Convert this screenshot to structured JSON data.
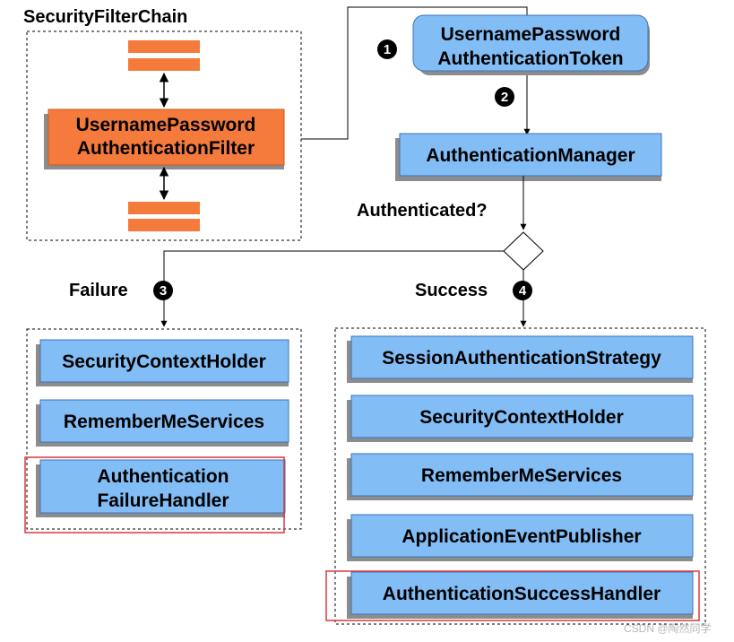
{
  "filter_chain": {
    "title": "SecurityFilterChain",
    "filter_line1": "UsernamePassword",
    "filter_line2": "AuthenticationFilter"
  },
  "token": {
    "line1": "UsernamePassword",
    "line2": "AuthenticationToken"
  },
  "manager": {
    "label": "AuthenticationManager"
  },
  "decision": {
    "label": "Authenticated?"
  },
  "failure": {
    "label": "Failure",
    "items": [
      "SecurityContextHolder",
      "RememberMeServices"
    ],
    "handler_line1": "Authentication",
    "handler_line2": "FailureHandler"
  },
  "success": {
    "label": "Success",
    "items": [
      "SessionAuthenticationStrategy",
      "SecurityContextHolder",
      "RememberMeServices",
      "ApplicationEventPublisher"
    ],
    "handler": "AuthenticationSuccessHandler"
  },
  "steps": [
    "1",
    "2",
    "3",
    "4"
  ],
  "colors": {
    "orange": "#f57b3c",
    "blue": "#82bdf5",
    "highlight_red": "#d9393e",
    "shadow": "#8c8c8c"
  },
  "watermark": "CSDN @陶然同学"
}
